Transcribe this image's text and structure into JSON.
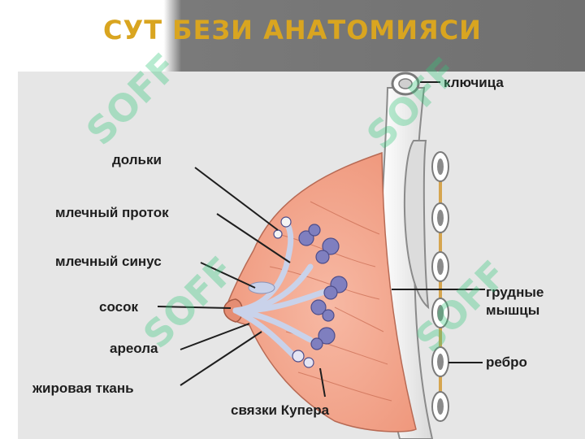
{
  "title": "СУТ БЕЗИ АНАТОМИЯСИ",
  "labels": {
    "lobules": "дольки",
    "milk_duct": "млечный проток",
    "milk_sinus": "млечный синус",
    "nipple": "сосок",
    "areola": "ареола",
    "fat_tissue": "жировая ткань",
    "cooper_ligaments": "связки Купера",
    "clavicle": "ключица",
    "chest_muscles_line1": "грудные",
    "chest_muscles_line2": "мышцы",
    "rib": "ребро"
  },
  "watermark": {
    "text": "SOFF",
    "color": "#35c77a"
  },
  "colors": {
    "title": "#d9a520",
    "tissue": "#f2a48c",
    "gland": "#7f7fbf",
    "duct": "#c9d2ea"
  }
}
